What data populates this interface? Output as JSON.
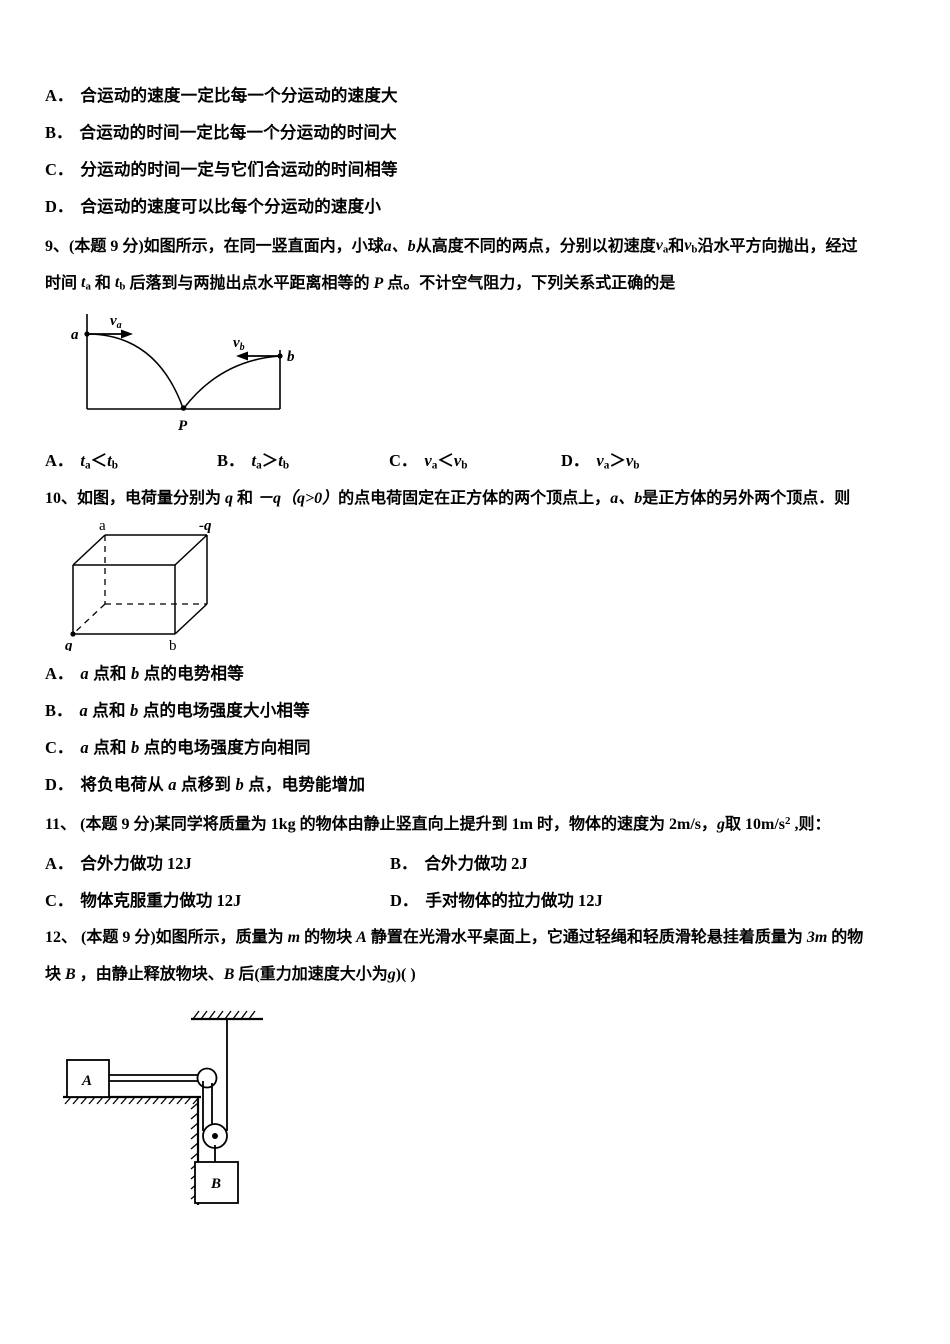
{
  "page": {
    "background": "#ffffff",
    "ink": "#000000"
  },
  "q8_options": [
    {
      "label": "A．",
      "text": "合运动的速度一定比每一个分运动的速度大"
    },
    {
      "label": "B．",
      "text": "合运动的时间一定比每一个分运动的时间大"
    },
    {
      "label": "C．",
      "text": "分运动的时间一定与它们合运动的时间相等"
    },
    {
      "label": "D．",
      "text": "合运动的速度可以比每个分运动的速度小"
    }
  ],
  "q9": {
    "line1_a": "9、(本题 9 分)如图所示，在同一竖直面内，小球",
    "line1_ab": "a、b",
    "line1_b": "从高度不同的两点，分别以初速度",
    "line1_v1": "v",
    "line1_v1sub": "a",
    "line1_mid": "和",
    "line1_v2": "v",
    "line1_v2sub": "b",
    "line1_c": "沿水平方向抛出，经过",
    "line2_a": "时间",
    "line2_t1": "t",
    "line2_t1sub": "a",
    "line2_and": "和",
    "line2_t2": "t",
    "line2_t2sub": "b",
    "line2_b": "后落到与两抛出点水平距离相等的",
    "line2_P": "P",
    "line2_c": "点。不计空气阻力，下列关系式正确的是",
    "figure": {
      "name": "projectile-two-balls-diagram",
      "labels": {
        "a": "a",
        "b": "b",
        "P": "P",
        "va": "v",
        "va_sub": "a",
        "vb": "v",
        "vb_sub": "b"
      }
    },
    "options": [
      {
        "label": "A．",
        "lhs": "t",
        "lhs_sub": "a",
        "op": "＜",
        "rhs": "t",
        "rhs_sub": "b"
      },
      {
        "label": "B．",
        "lhs": "t",
        "lhs_sub": "a",
        "op": "＞",
        "rhs": "t",
        "rhs_sub": "b"
      },
      {
        "label": "C．",
        "lhs": "v",
        "lhs_sub": "a",
        "op": "＜",
        "rhs": "v",
        "rhs_sub": "b"
      },
      {
        "label": "D．",
        "lhs": "v",
        "lhs_sub": "a",
        "op": "＞",
        "rhs": "v",
        "rhs_sub": "b"
      }
    ]
  },
  "q10": {
    "line1_a": "10、如图，电荷量分别为",
    "line1_q": "q",
    "line1_b": "和",
    "line1_negq": "－q",
    "line1_paren": "（q>0）",
    "line1_c": "的点电荷固定在正方体的两个顶点上，",
    "line1_ab": "a、b",
    "line1_d": "是正方体的另外两个顶点．则",
    "figure": {
      "name": "cube-charges-diagram",
      "labels": {
        "a": "a",
        "negq": "-q",
        "q": "q",
        "b": "b"
      }
    },
    "options": [
      {
        "label": "A．",
        "pre": "",
        "i1": "a",
        "mid": "点和",
        "i2": "b",
        "post": "点的电势相等"
      },
      {
        "label": "B．",
        "pre": "",
        "i1": "a",
        "mid": "点和",
        "i2": "b",
        "post": "点的电场强度大小相等"
      },
      {
        "label": "C．",
        "pre": "",
        "i1": "a",
        "mid": "点和",
        "i2": "b",
        "post": "点的电场强度方向相同"
      },
      {
        "label": "D．",
        "pre": "将负电荷从",
        "i1": "a",
        "mid": "点移到",
        "i2": "b",
        "post": "点，电势能增加"
      }
    ]
  },
  "q11": {
    "line1_a": "11、 (本题 9 分)某同学将质量为 1kg 的物体由静止竖直向上提升到 1m 时，物体的速度为 2m/s，",
    "line1_g": "g",
    "line1_b": " 取 10m/s",
    "line1_sup": "2",
    "line1_c": " ,则：",
    "options": [
      {
        "label": "A．",
        "text": "合外力做功 12J"
      },
      {
        "label": "B．",
        "text": "合外力做功 2J"
      },
      {
        "label": "C．",
        "text": "物体克服重力做功 12J"
      },
      {
        "label": "D．",
        "text": "手对物体的拉力做功 12J"
      }
    ]
  },
  "q12": {
    "line1_a": "12、 (本题 9 分)如图所示，质量为",
    "line1_m": "m",
    "line1_b": "的物块",
    "line1_A": "A",
    "line1_c": "静置在光滑水平桌面上，它通过轻绳和轻质滑轮悬挂着质量为",
    "line1_3m": "3m",
    "line1_d": "的物",
    "line2_a": "块",
    "line2_B": "B",
    "line2_b": "，由静止释放物块、",
    "line2_B2": "B",
    "line2_c": "后(重力加速度大小为",
    "line2_g": "g",
    "line2_d": ")(  )",
    "figure": {
      "name": "pulley-blocks-diagram",
      "labels": {
        "A": "A",
        "B": "B"
      }
    }
  }
}
